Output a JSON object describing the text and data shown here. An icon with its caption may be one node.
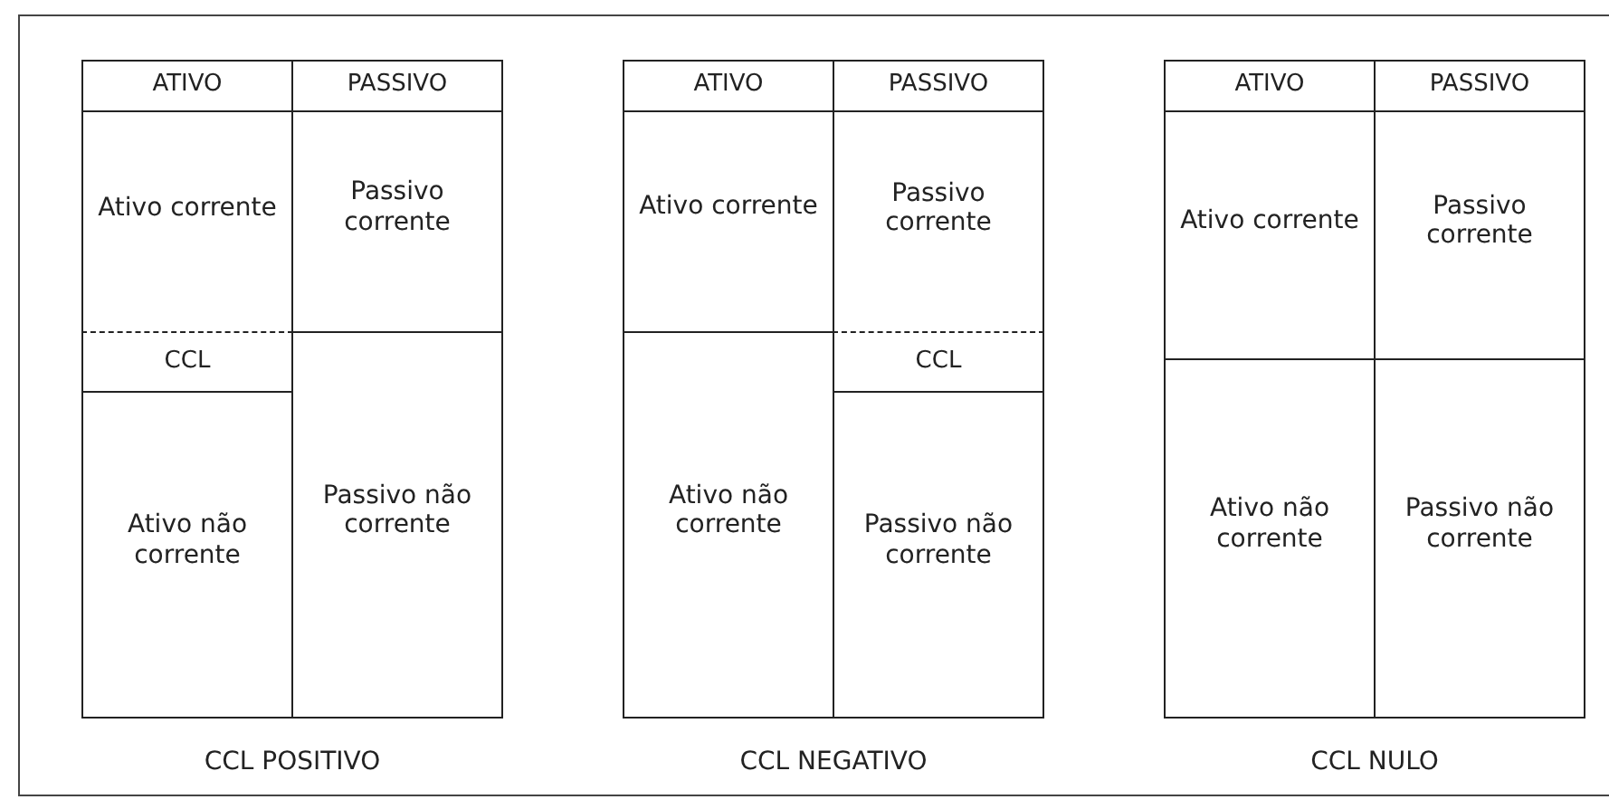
{
  "diagram": {
    "nodes": [
      {
        "text": [
          "CCL POSITIVO"
        ]
      },
      {
        "text": [
          "ATIVO"
        ],
        "in": 0
      },
      {
        "text": [
          "PASSIVO"
        ],
        "in": 0
      },
      {
        "text": [
          "Ativo corrente"
        ],
        "in": 0
      },
      {
        "text": [
          "Passivo corrente"
        ],
        "in": 0
      },
      {
        "text": [
          "CCL"
        ],
        "in": 0
      },
      {
        "text": [
          "Ativo não corrente"
        ],
        "in": 0
      },
      {
        "text": [
          "Passivo não corrente"
        ],
        "in": 0
      },
      {
        "text": [
          "CCL NEGATIVO"
        ]
      },
      {
        "text": [
          "ATIVO"
        ],
        "in": 8
      },
      {
        "text": [
          "PASSIVO"
        ],
        "in": 8
      },
      {
        "text": [
          "Ativo corrente"
        ],
        "in": 8
      },
      {
        "text": [
          "Passivo corrente"
        ],
        "in": 8
      },
      {
        "text": [
          "Ativo não corrente"
        ],
        "in": 8
      },
      {
        "text": [
          "CCL"
        ],
        "in": 8
      },
      {
        "text": [
          "Passivo não corrente"
        ],
        "in": 8
      },
      {
        "text": [
          "CCL NULO"
        ]
      },
      {
        "text": [
          "ATIVO"
        ],
        "in": 16
      },
      {
        "text": [
          "PASSIVO"
        ],
        "in": 16
      },
      {
        "text": [
          "Ativo corrente"
        ],
        "in": 16
      },
      {
        "text": [
          "Passivo corrente"
        ],
        "in": 16
      },
      {
        "text": [
          "Ativo não corrente"
        ],
        "in": 16
      },
      {
        "text": [
          "Passivo não corrente"
        ],
        "in": 16
      }
    ],
    "edges": []
  }
}
